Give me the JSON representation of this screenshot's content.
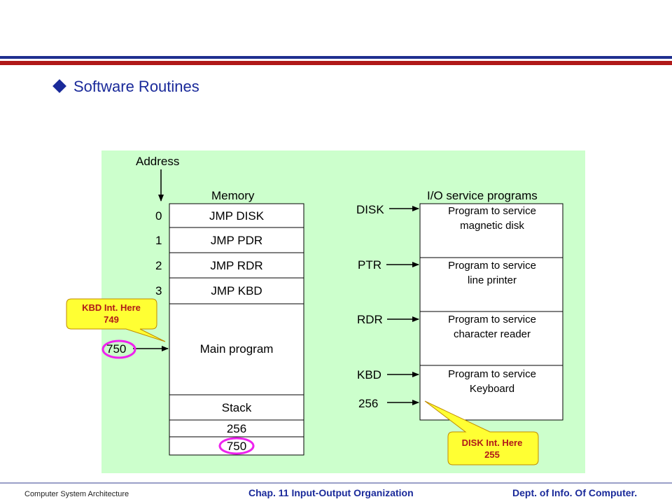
{
  "slide": {
    "heading": "Software Routines"
  },
  "diagram": {
    "address_label": "Address",
    "memory_label": "Memory",
    "io_label": "I/O service programs",
    "addresses": [
      "0",
      "1",
      "2",
      "3"
    ],
    "memory_cells": [
      "JMP DISK",
      "JMP PDR",
      "JMP RDR",
      "JMP KBD",
      "Main program",
      "Stack",
      "256",
      "750"
    ],
    "pointer_750": "750",
    "io_inputs": [
      "DISK",
      "PTR",
      "RDR",
      "KBD",
      "256"
    ],
    "service_programs": [
      {
        "line1": "Program to service",
        "line2": "magnetic disk"
      },
      {
        "line1": "Program to service",
        "line2": "line printer"
      },
      {
        "line1": "Program to service",
        "line2": "character reader"
      },
      {
        "line1": "Program to service",
        "line2": "Keyboard"
      }
    ],
    "callout_kbd": {
      "line1": "KBD Int. Here",
      "line2": "749"
    },
    "callout_disk": {
      "line1": "DISK Int. Here",
      "line2": "255"
    },
    "colors": {
      "panel": "#ccffcc",
      "callout": "#ffff33",
      "callout_text": "#b01818",
      "highlight": "#ee22ee",
      "heading": "#1a2a9a"
    }
  },
  "footer": {
    "left": "Computer System Architecture",
    "center": "Chap. 11  Input-Output Organization",
    "right": "Dept. of  Info. Of  Computer."
  }
}
